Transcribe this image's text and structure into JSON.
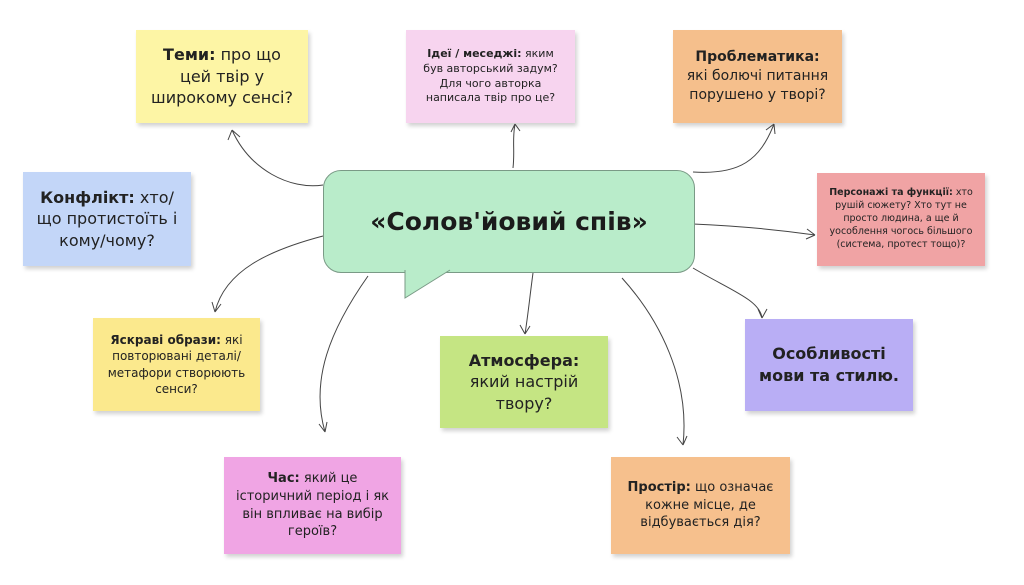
{
  "center": {
    "title": "«Солов'йовий спів»"
  },
  "notes": {
    "themes": {
      "label": "Теми:",
      "text": "про що цей твір у широкому сенсі?",
      "color": "#fdf5a5"
    },
    "ideas": {
      "label": "Ідеї / меседжі:",
      "text": "яким був авторський задум? Для чого авторка написала твір про це?",
      "color": "#f7d4ef"
    },
    "problems": {
      "label": "Проблематика:",
      "text": "які болючі питання порушено у творі?",
      "color": "#f5bf8c"
    },
    "conflict": {
      "label": "Конфлікт:",
      "text": "хто/ що протистоїть і кому/чому?",
      "color": "#c3d6f8"
    },
    "characters": {
      "label": "Персонажі та функції:",
      "text": "хто рушій сюжету? Хто тут не просто людина, а ще й уособлення чогось більшого (система, протест тощо)?",
      "color": "#f0a3a4"
    },
    "images": {
      "label": "Яскраві образи:",
      "text": "які повторювані деталі/ метафори створюють сенси?",
      "color": "#fbe98d"
    },
    "atmosphere": {
      "label": "Атмосфера:",
      "text": "який настрій твору?",
      "color": "#c5e583"
    },
    "style": {
      "label": "Особливості мови та стилю.",
      "text": "",
      "color": "#b9aef5"
    },
    "time": {
      "label": "Час:",
      "text": "який це історичний період і як він впливає на вибір героїв?",
      "color": "#f0a5e4"
    },
    "space": {
      "label": "Простір:",
      "text": "що означає кожне місце, де відбувається дія?",
      "color": "#f6c08d"
    }
  }
}
